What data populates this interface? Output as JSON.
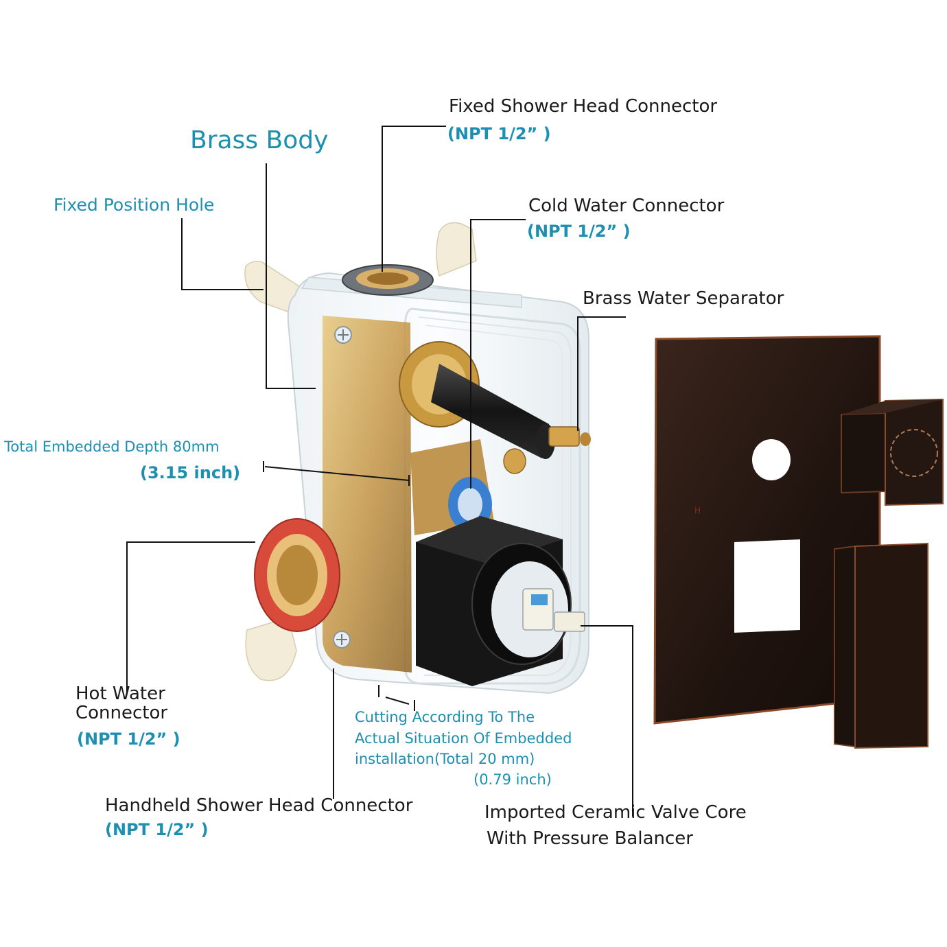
{
  "labels": {
    "brass_body": "Brass Body",
    "fixed_position_hole": "Fixed Position Hole",
    "fixed_shower_head": "Fixed Shower Head Connector",
    "fixed_shower_head_npt": "(NPT 1/2” )",
    "cold_water": "Cold Water Connector",
    "cold_water_npt": "(NPT 1/2” )",
    "brass_separator": "Brass Water Separator",
    "depth": "Total Embedded Depth 80mm",
    "depth_inch": "(3.15 inch)",
    "hot_water_1": "Hot Water",
    "hot_water_2": "Connector",
    "hot_water_npt": "(NPT 1/2” )",
    "cutting_1": "Cutting According To The",
    "cutting_2": "Actual Situation Of Embedded",
    "cutting_3": "installation(Total 20 mm)",
    "cutting_4": "(0.79 inch)",
    "handheld": "Handheld Shower Head Connector",
    "handheld_npt": "(NPT 1/2” )",
    "ceramic_1": "Imported Ceramic Valve Core",
    "ceramic_2": "With Pressure Balancer"
  },
  "colors": {
    "label_dark": "#1a1a1a",
    "label_accent": "#1d8fb0",
    "brass": "#c9a14f",
    "trim_plate": "#2a1a14",
    "trim_edge": "#8a4a2a",
    "cold_ring": "#3a7fd0",
    "hot_ring": "#d84a3a",
    "bracket": "#f1ead6"
  }
}
